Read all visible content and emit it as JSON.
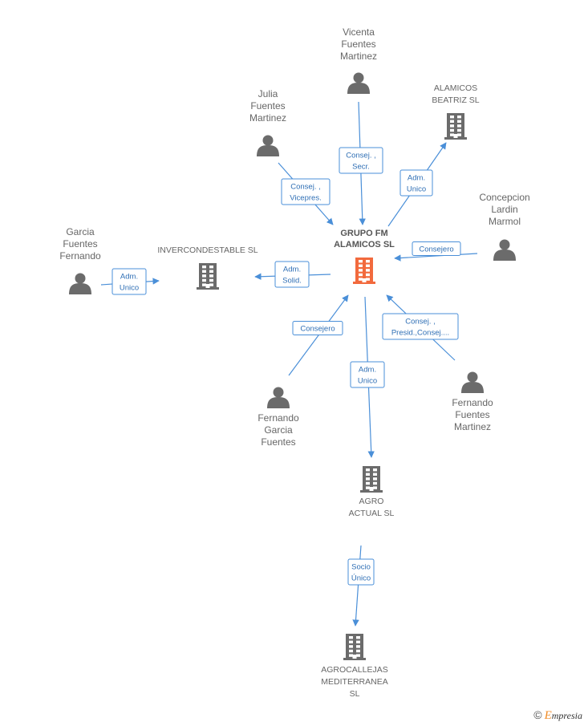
{
  "colors": {
    "accent": "#4a8fd8",
    "main_company": "#f26a3d",
    "node_icon": "#6b6b6b",
    "text": "#666666"
  },
  "main": {
    "name_lines": [
      "GRUPO FM",
      "ALAMICOS SL"
    ],
    "icon": "building-icon"
  },
  "nodes": [
    {
      "id": "vicenta",
      "kind": "person",
      "lines": [
        "Vicenta",
        "Fuentes",
        "Martinez"
      ]
    },
    {
      "id": "julia",
      "kind": "person",
      "lines": [
        "Julia",
        "Fuentes",
        "Martinez"
      ]
    },
    {
      "id": "alamicos_beatriz",
      "kind": "company",
      "lines": [
        "ALAMICOS",
        "BEATRIZ SL"
      ]
    },
    {
      "id": "concepcion",
      "kind": "person",
      "lines": [
        "Concepcion",
        "Lardin",
        "Marmol"
      ]
    },
    {
      "id": "garcia_fernando",
      "kind": "person",
      "lines": [
        "Garcia",
        "Fuentes",
        "Fernando"
      ]
    },
    {
      "id": "invercondestable",
      "kind": "company",
      "lines": [
        "INVERCONDESTABLE SL"
      ]
    },
    {
      "id": "fernando_garcia",
      "kind": "person",
      "lines": [
        "Fernando",
        "Garcia",
        "Fuentes"
      ]
    },
    {
      "id": "fernando_fuentes",
      "kind": "person",
      "lines": [
        "Fernando",
        "Fuentes",
        "Martinez"
      ]
    },
    {
      "id": "agro_actual",
      "kind": "company",
      "lines": [
        "AGRO",
        "ACTUAL SL"
      ]
    },
    {
      "id": "agrocallejas",
      "kind": "company",
      "lines": [
        "AGROCALLEJAS",
        "MEDITERRANEA",
        "SL"
      ]
    }
  ],
  "relations": [
    {
      "id": "r_vicenta",
      "lines": [
        "Consej. ,",
        "Secr."
      ]
    },
    {
      "id": "r_julia",
      "lines": [
        "Consej. ,",
        "Vicepres."
      ]
    },
    {
      "id": "r_beatriz",
      "lines": [
        "Adm.",
        "Unico"
      ]
    },
    {
      "id": "r_concepcion",
      "lines": [
        "Consejero"
      ]
    },
    {
      "id": "r_inver",
      "lines": [
        "Adm.",
        "Solid."
      ]
    },
    {
      "id": "r_garcia",
      "lines": [
        "Adm.",
        "Unico"
      ]
    },
    {
      "id": "r_fgarcia",
      "lines": [
        "Consejero"
      ]
    },
    {
      "id": "r_ffuentes",
      "lines": [
        "Consej. ,",
        "Presid.,Consej...."
      ]
    },
    {
      "id": "r_agro",
      "lines": [
        "Adm.",
        "Unico"
      ]
    },
    {
      "id": "r_agrocallejas",
      "lines": [
        "Socio",
        "Único"
      ]
    }
  ],
  "footer": {
    "copyright": "©",
    "brand_first": "E",
    "brand_rest": "mpresia"
  }
}
